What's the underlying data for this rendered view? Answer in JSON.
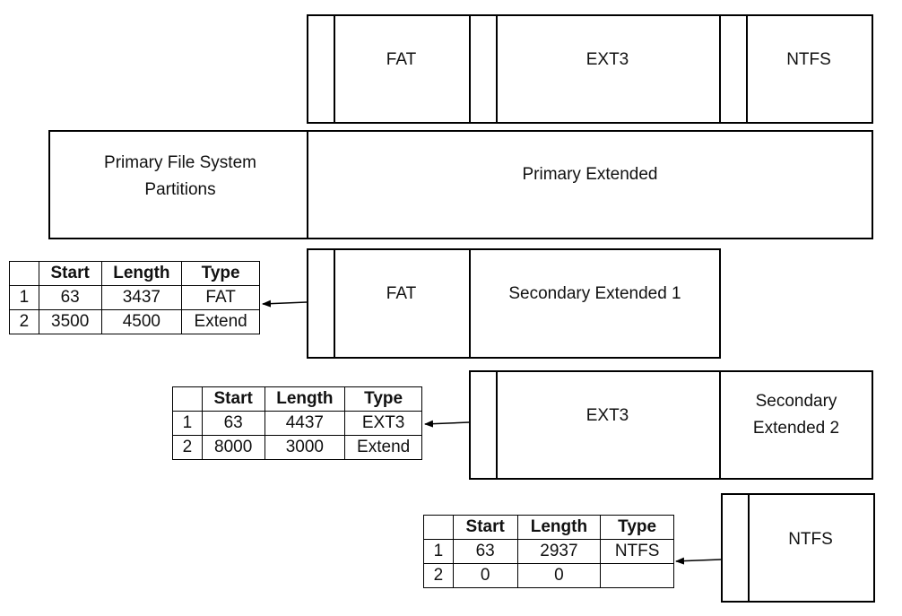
{
  "top_row": {
    "fat": "FAT",
    "ext3": "EXT3",
    "ntfs": "NTFS"
  },
  "mbr_row": {
    "primary_fs": "Primary File System Partitions",
    "primary_extended": "Primary Extended"
  },
  "ext1": {
    "fat": "FAT",
    "label": "Secondary Extended 1"
  },
  "ext2": {
    "ext3": "EXT3",
    "label": "Secondary Extended 2"
  },
  "ext3box": {
    "ntfs": "NTFS"
  },
  "tables": {
    "headers": [
      "",
      "Start",
      "Length",
      "Type"
    ],
    "t1": [
      [
        "1",
        "63",
        "3437",
        "FAT"
      ],
      [
        "2",
        "3500",
        "4500",
        "Extend"
      ]
    ],
    "t2": [
      [
        "1",
        "63",
        "4437",
        "EXT3"
      ],
      [
        "2",
        "8000",
        "3000",
        "Extend"
      ]
    ],
    "t3": [
      [
        "1",
        "63",
        "2937",
        "NTFS"
      ],
      [
        "2",
        "0",
        "0",
        ""
      ]
    ]
  }
}
